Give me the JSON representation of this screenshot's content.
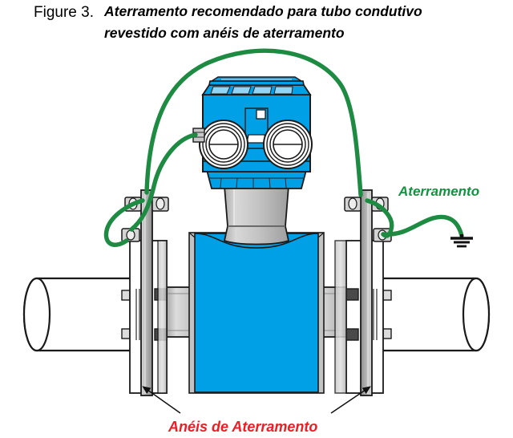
{
  "figure": {
    "label": "Figure 3.",
    "title_line1": "Aterramento recomendado para tubo condutivo",
    "title_line2": "revestido com anéis de aterramento"
  },
  "annotations": {
    "grounding_label": "Aterramento",
    "grounding_rings_label": "Anéis de Aterramento"
  },
  "colors": {
    "body_blue": "#00A0E6",
    "wire_green": "#1E8B43",
    "label_green": "#159240",
    "label_red": "#ee1c25",
    "metal_gray": "#C6C6C6",
    "metal_gray_dark": "#9A9A9A",
    "ring_gray": "#BEBEBE",
    "outline": "#1a1a1a",
    "white": "#ffffff"
  },
  "components": {
    "transmitter_housing": "transmitter-housing",
    "transmitter_neck": "transmitter-neck",
    "flowmeter_body": "flowmeter-body",
    "left_pipe": "left-pipe",
    "right_pipe": "right-pipe",
    "left_flange": "left-flange",
    "right_flange": "right-flange",
    "left_grounding_ring": "left-grounding-ring",
    "right_grounding_ring": "right-grounding-ring",
    "ground_symbol": "earth-ground-symbol",
    "green_bonding_wire": "green-bonding-wire"
  }
}
